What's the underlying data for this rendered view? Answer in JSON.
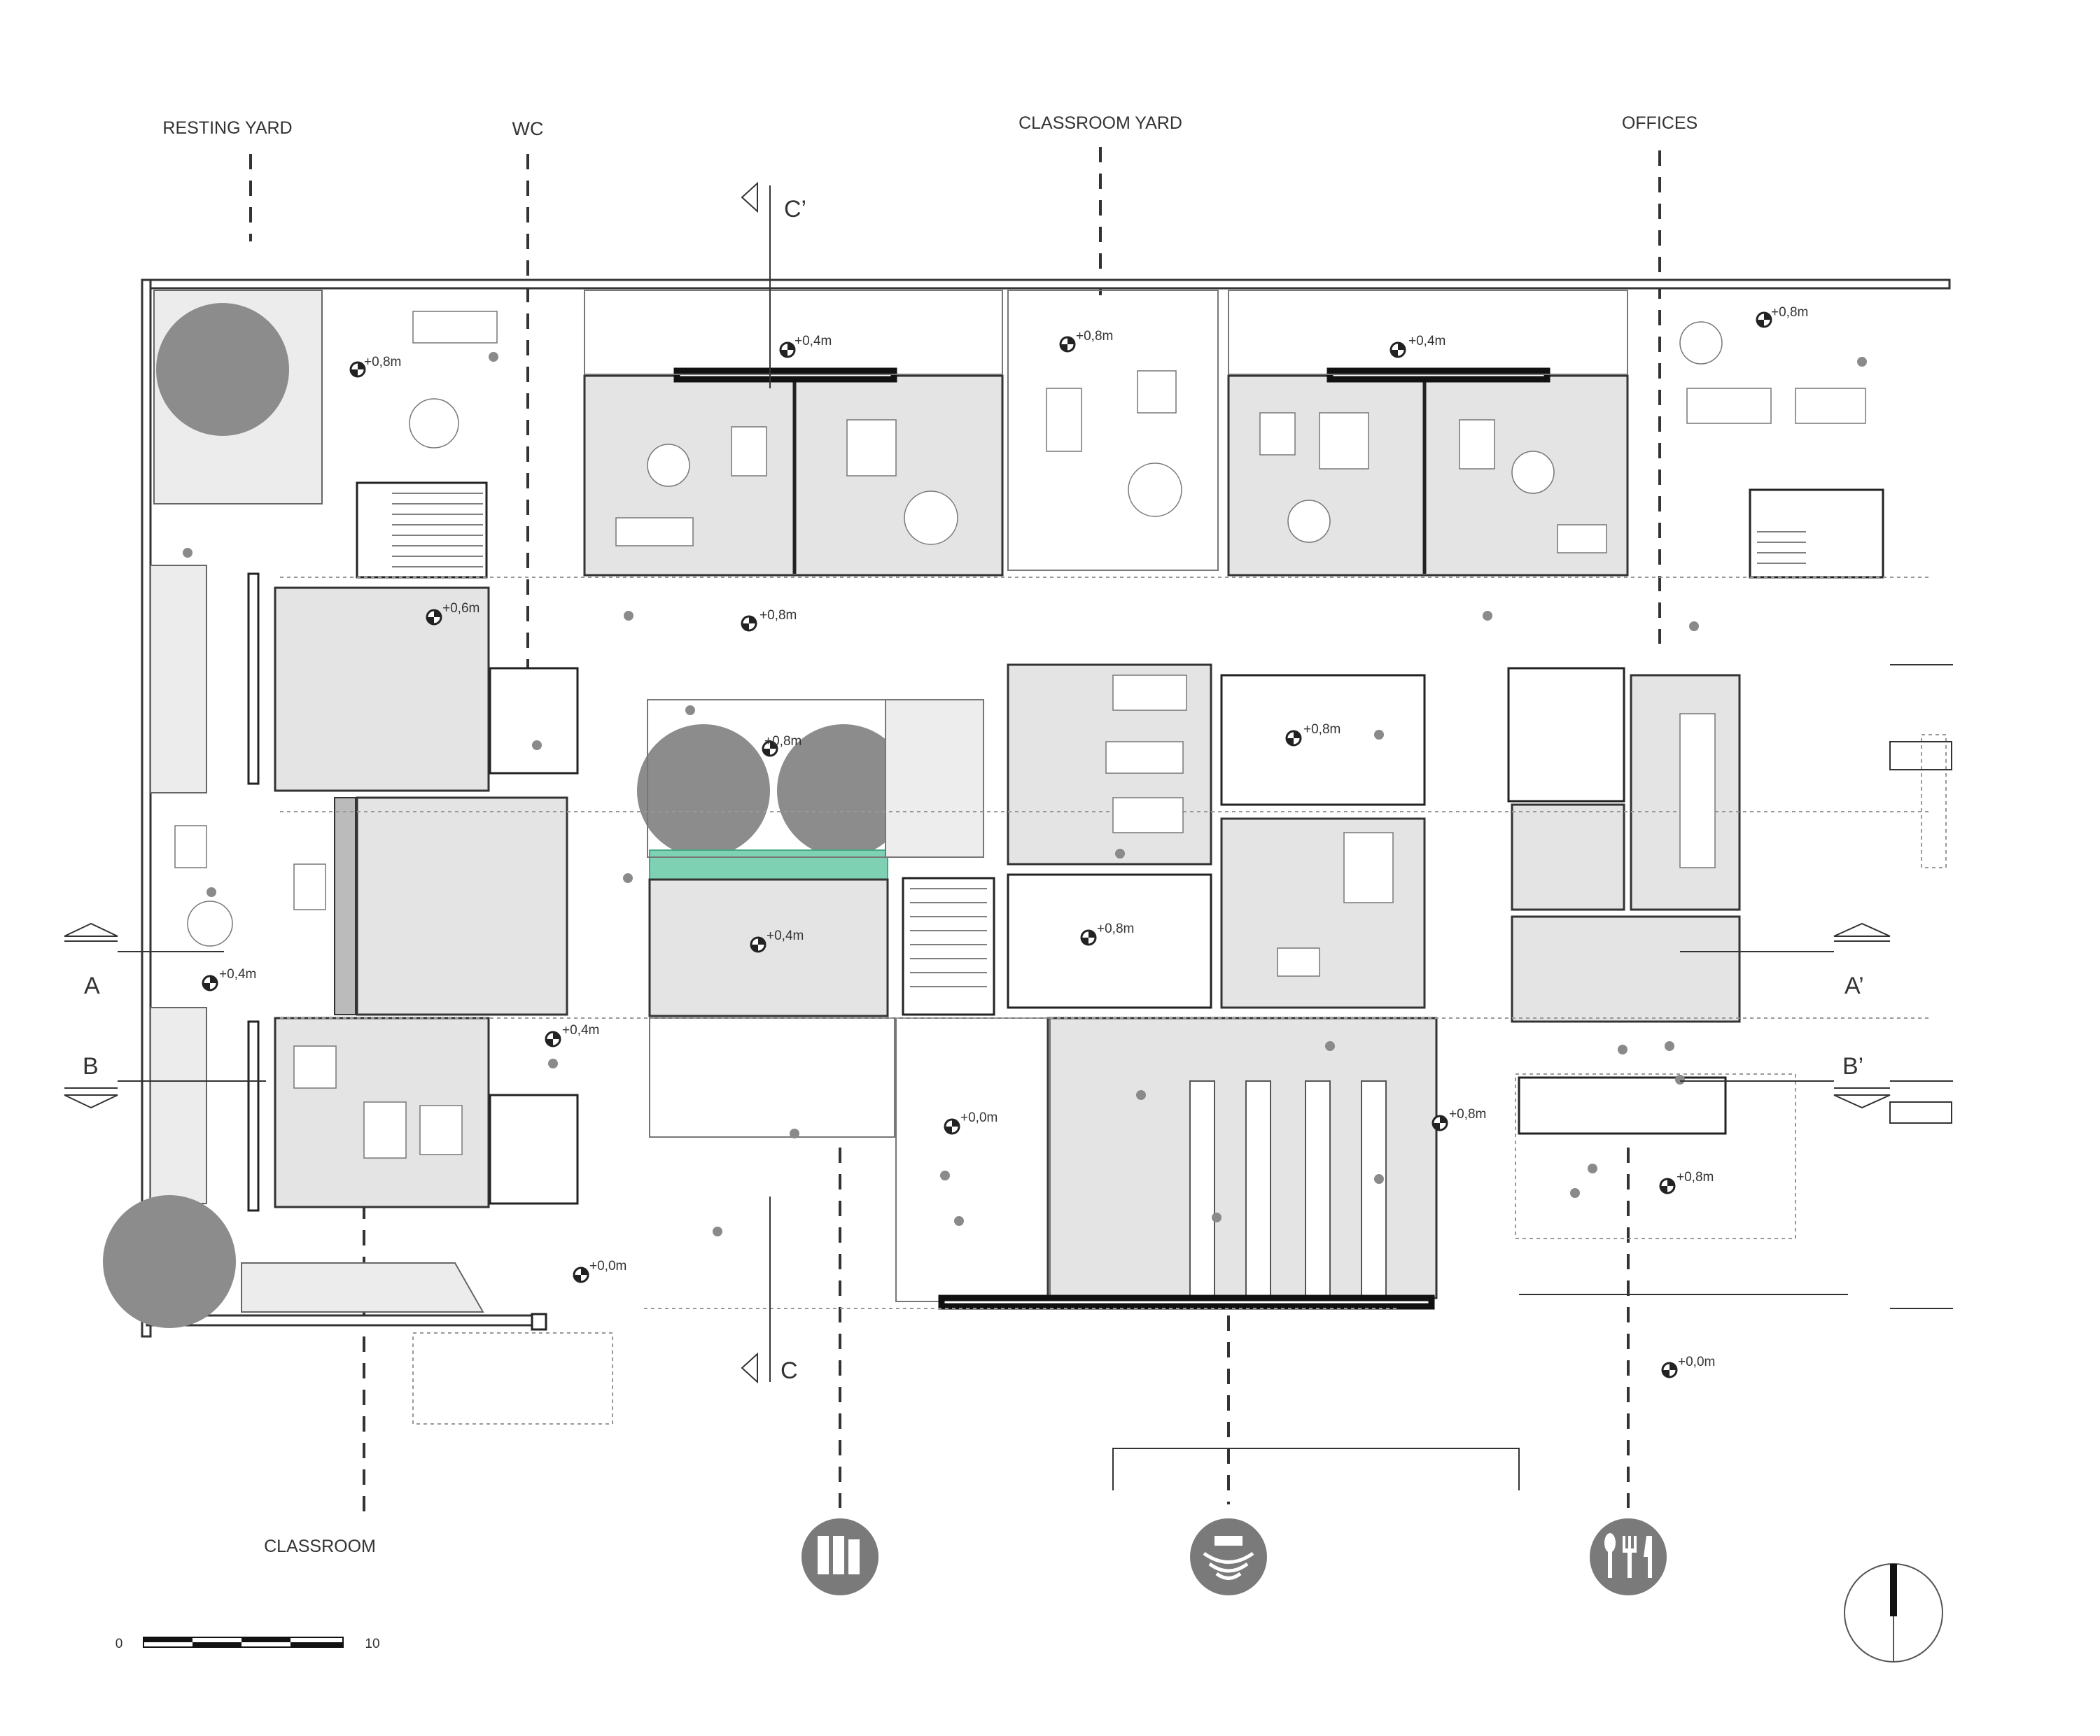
{
  "axis_labels": {
    "resting_yard": "RESTING YARD",
    "wc": "WC",
    "classroom_yard": "CLASSROOM YARD",
    "offices": "OFFICES",
    "classroom": "CLASSROOM"
  },
  "section_marks": {
    "c_top": "C’",
    "c_bottom": "C",
    "a_left": "A",
    "a_right": "A’",
    "b_left": "B",
    "b_right": "B’"
  },
  "levels": {
    "l1": "+0,8m",
    "l2": "+0,4m",
    "l3": "+0,8m",
    "l4": "+0,4m",
    "l5": "+0,8m",
    "l6": "+0,6m",
    "l7": "+0,8m",
    "l8": "+0,8m",
    "l9": "+0,8m",
    "l10": "+0,4m",
    "l11": "+0,4m",
    "l12": "+0,4m",
    "l13": "+0,0m",
    "l14": "+0,8m",
    "l15": "+0,8m",
    "l16": "+0,0m",
    "l17": "+0,0m"
  },
  "scale_bar": {
    "start": "0",
    "end": "10"
  },
  "pictograms": [
    {
      "name": "library-icon"
    },
    {
      "name": "sound-icon"
    },
    {
      "name": "dining-icon"
    }
  ],
  "colors": {
    "room_fill": "#e4e4e4",
    "tree": "#8c8c8c",
    "pool": "#7fd1b4",
    "wall": "#222222"
  }
}
